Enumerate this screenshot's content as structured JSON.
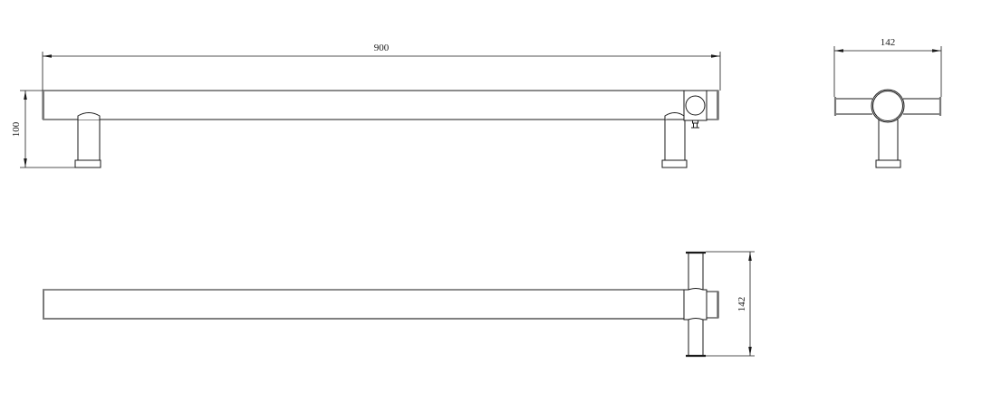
{
  "drawing": {
    "views": {
      "front": {
        "name": "front-view"
      },
      "side": {
        "name": "side-view"
      },
      "top": {
        "name": "top-view"
      }
    },
    "dimensions": {
      "overall_length": "900",
      "overall_height": "100",
      "side_width": "142",
      "top_width": "142"
    },
    "colors": {
      "line": "#1a1a1a",
      "shade": "#7a7a7a",
      "background": "#ffffff"
    }
  }
}
